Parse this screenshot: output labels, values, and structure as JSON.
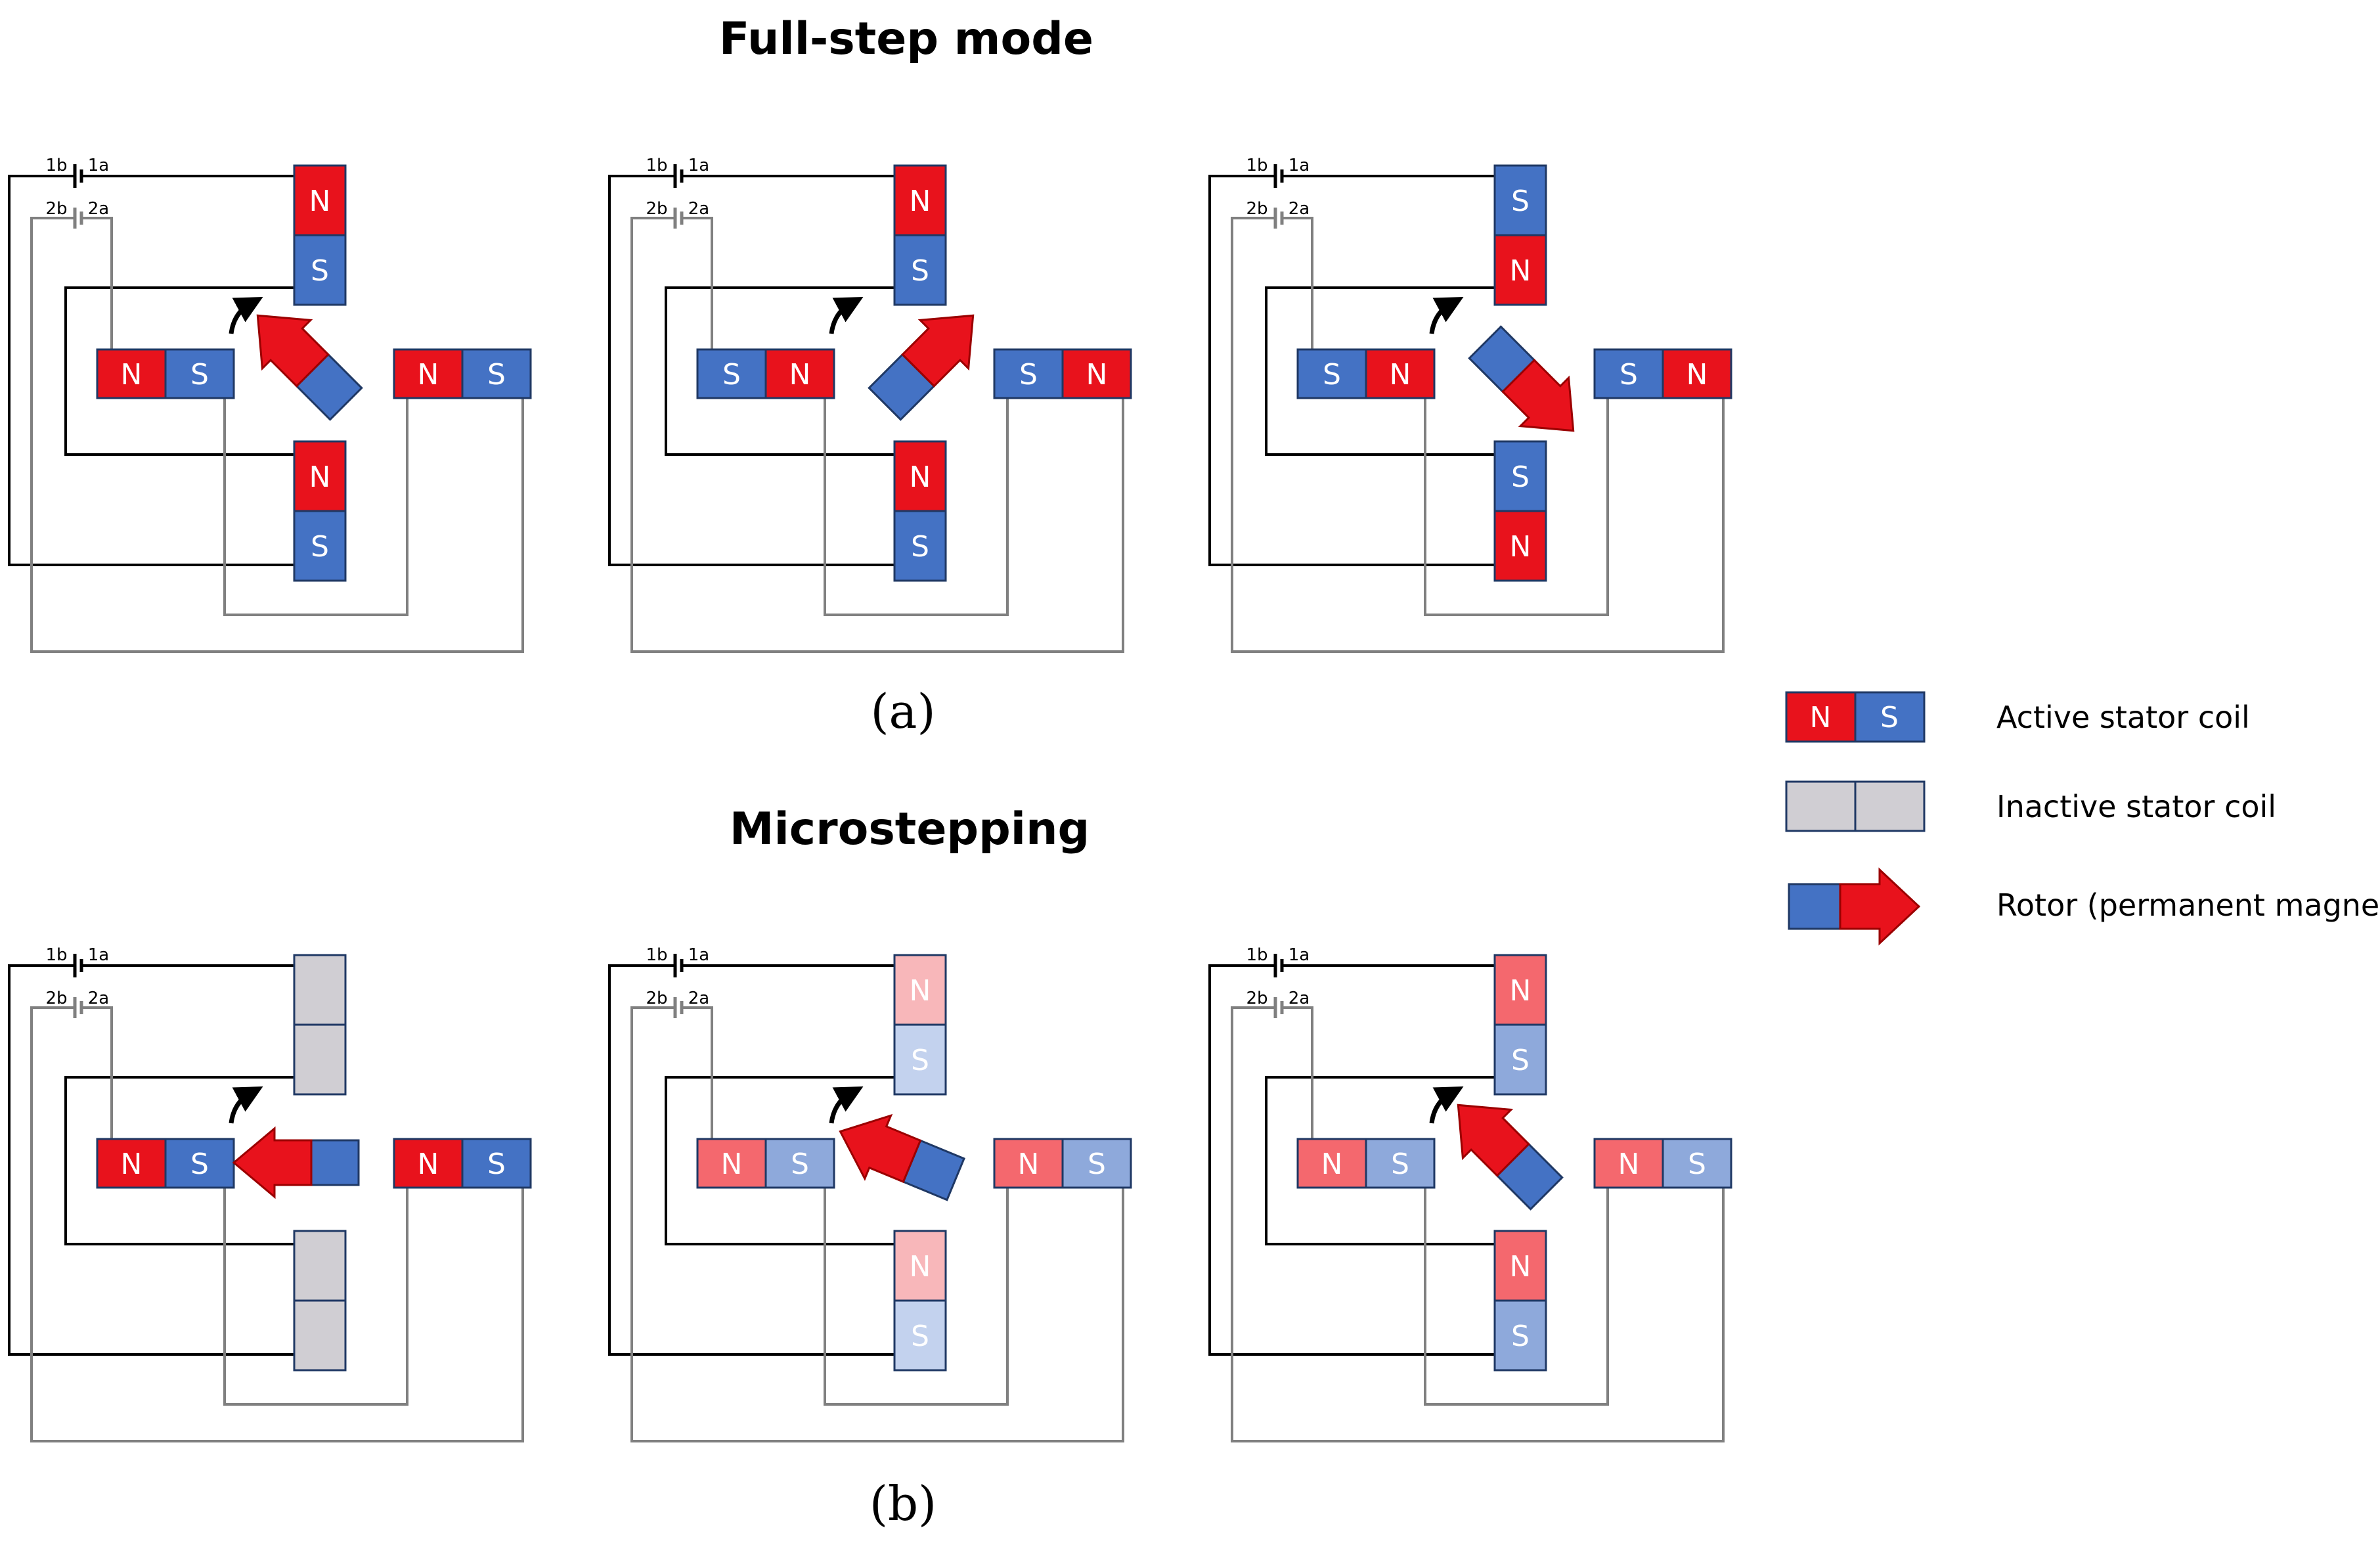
{
  "colors": {
    "red": "#e8121c",
    "blue": "#4472c4",
    "light_red": "#f4686e",
    "light_blue": "#8ea9db",
    "faded_red": "#f8b7ba",
    "faded_blue": "#c3d2ee",
    "gray": "#d0ced3",
    "wire_black": "#000000",
    "wire_gray": "#808080"
  },
  "titles": {
    "full_step": "Full-step mode",
    "micro": "Microstepping"
  },
  "captions": {
    "a": "(a)",
    "b": "(b)"
  },
  "terminals": {
    "t1b": "1b",
    "t1a": "1a",
    "t2b": "2b",
    "t2a": "2a"
  },
  "poles": {
    "north": "N",
    "south": "S"
  },
  "legend": {
    "active": "Active stator coil",
    "inactive": "Inactive stator coil",
    "rotor": "Rotor (permanent magnet)"
  },
  "panels": [
    {
      "id": "a1",
      "row": "full-step",
      "coil1": {
        "order": "NS",
        "level": "full"
      },
      "coil2": {
        "order": "NS",
        "level": "full"
      },
      "rotor_angle": 45
    },
    {
      "id": "a2",
      "row": "full-step",
      "coil1": {
        "order": "NS",
        "level": "full"
      },
      "coil2": {
        "order": "SN",
        "level": "full"
      },
      "rotor_angle": 135
    },
    {
      "id": "a3",
      "row": "full-step",
      "coil1": {
        "order": "SN",
        "level": "full"
      },
      "coil2": {
        "order": "SN",
        "level": "full"
      },
      "rotor_angle": 225
    },
    {
      "id": "b1",
      "row": "microstepping",
      "coil1": {
        "order": "NS",
        "level": "off"
      },
      "coil2": {
        "order": "NS",
        "level": "full"
      },
      "rotor_angle": 0
    },
    {
      "id": "b2",
      "row": "microstepping",
      "coil1": {
        "order": "NS",
        "level": "faded"
      },
      "coil2": {
        "order": "NS",
        "level": "light"
      },
      "rotor_angle": 22.5
    },
    {
      "id": "b3",
      "row": "microstepping",
      "coil1": {
        "order": "NS",
        "level": "light"
      },
      "coil2": {
        "order": "NS",
        "level": "light"
      },
      "rotor_angle": 45
    }
  ]
}
